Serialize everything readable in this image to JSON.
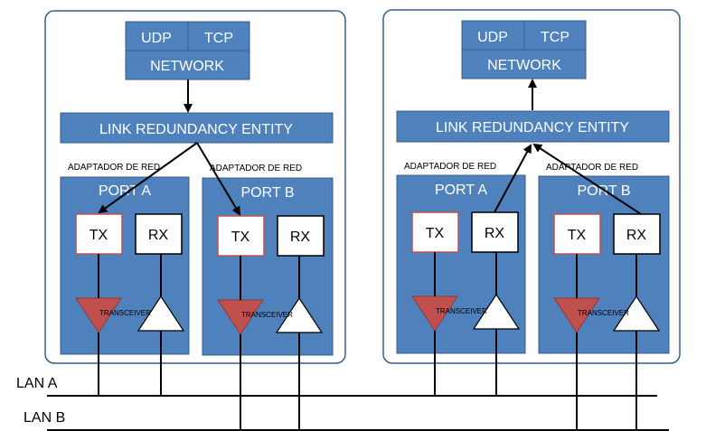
{
  "nodes": [
    {
      "udp": "UDP",
      "tcp": "TCP",
      "network": "NETWORK",
      "lre": "LINK REDUNDANCY ENTITY",
      "adapter_a": "ADAPTADOR DE RED",
      "adapter_b": "ADAPTADOR DE RED",
      "port_a": "PORT A",
      "port_b": "PORT B",
      "tx_a": "TX",
      "rx_a": "RX",
      "tx_b": "TX",
      "rx_b": "RX",
      "transceiver_a": "TRANSCEIVER",
      "transceiver_b": "TRANSCEIVER"
    },
    {
      "udp": "UDP",
      "tcp": "TCP",
      "network": "NETWORK",
      "lre": "LINK REDUNDANCY ENTITY",
      "adapter_a": "ADAPTADOR DE RED",
      "adapter_b": "ADAPTADOR DE RED",
      "port_a": "PORT A",
      "port_b": "PORT B",
      "tx_a": "TX",
      "rx_a": "RX",
      "tx_b": "TX",
      "rx_b": "RX",
      "transceiver_a": "TRANSCEIVER",
      "transceiver_b": "TRANSCEIVER"
    }
  ],
  "lans": {
    "a": "LAN A",
    "b": "LAN B"
  },
  "colors": {
    "blue_fill": "#4F81BD",
    "blue_stroke": "#385D8A",
    "tx_border": "#C0504D",
    "tx_triangle": "#C0504D",
    "frame": "#385D8A"
  }
}
